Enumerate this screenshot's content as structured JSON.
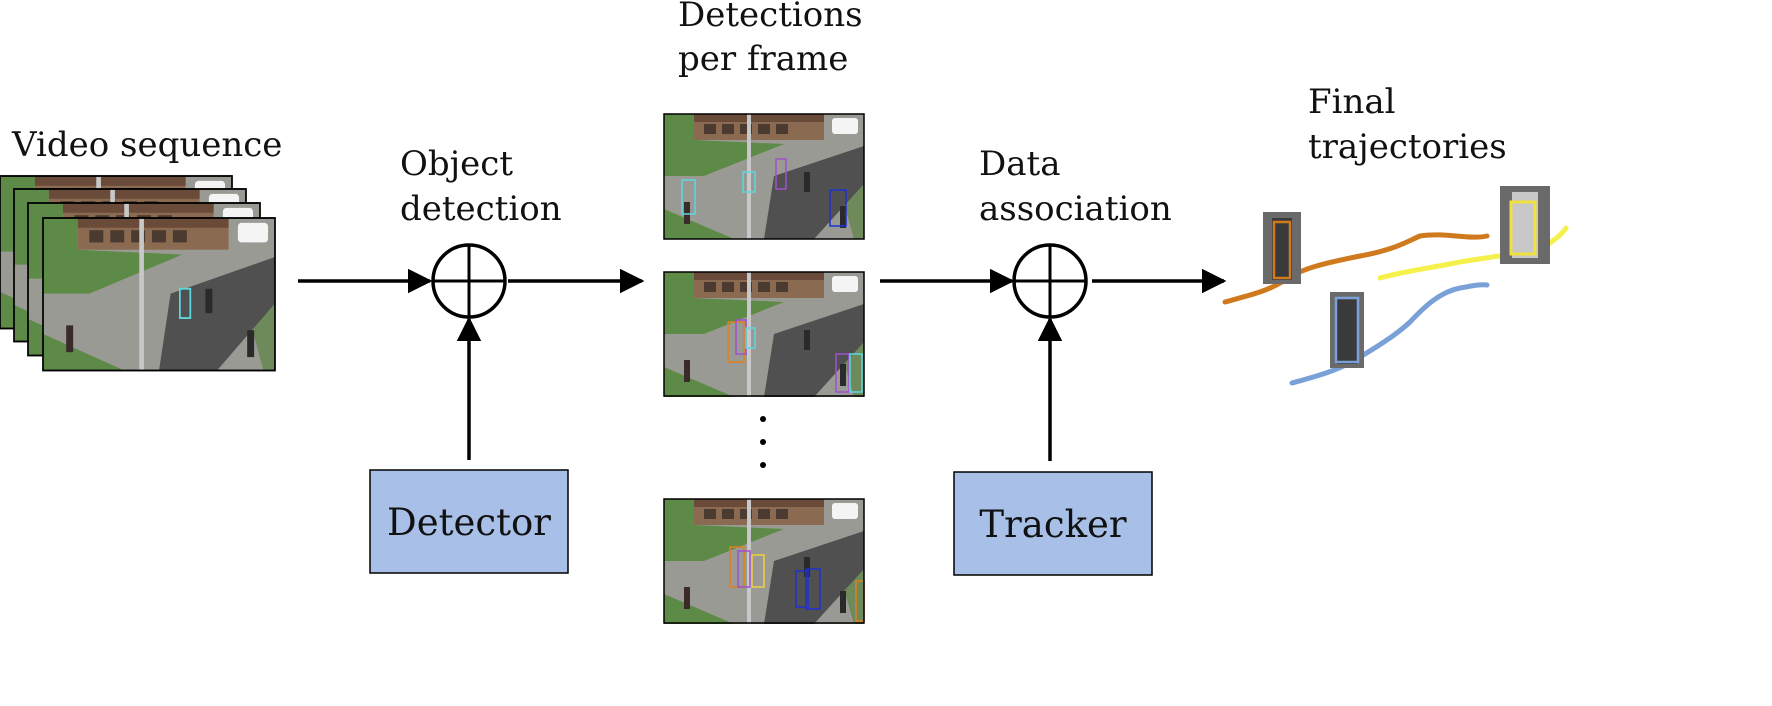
{
  "labels": {
    "video_sequence": "Video sequence",
    "object_detection_line1": "Object",
    "object_detection_line2": "detection",
    "detections_line1": "Detections",
    "detections_line2": "per frame",
    "data_association_line1": "Data",
    "data_association_line2": "association",
    "final_line1": "Final",
    "final_line2": "trajectories"
  },
  "boxes": {
    "detector": "Detector",
    "tracker": "Tracker"
  },
  "colors": {
    "box_fill": "#a8c0e8",
    "trajectory_orange": "#d07a1e",
    "trajectory_yellow": "#f5f04a",
    "trajectory_blue": "#7aa0d8",
    "bbox_cyan": "#5ed8e0",
    "bbox_purple": "#a050d0",
    "bbox_blue": "#2030d0",
    "bbox_orange": "#e08020",
    "bbox_yellow": "#f0d040"
  }
}
